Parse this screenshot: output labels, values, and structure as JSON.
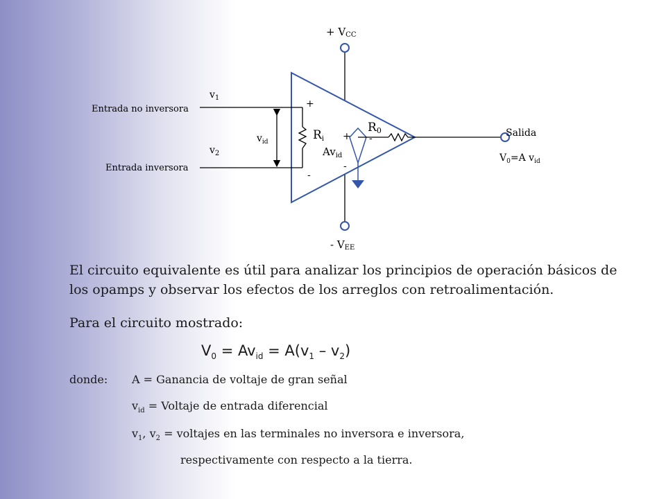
{
  "diagram": {
    "vcc_label": "+ V",
    "vcc_sub": "CC",
    "vee_label": "- V",
    "vee_sub": "EE",
    "input_noninv_label": "Entrada no inversora",
    "input_inv_label": "Entrada inversora",
    "v1_label": "v",
    "v1_sub": "1",
    "v2_label": "v",
    "v2_sub": "2",
    "vid_label": "v",
    "vid_sub": "id",
    "plus_top": "+",
    "minus_bottom": "-",
    "ri_label": "R",
    "ri_sub": "i",
    "ro_label": "R",
    "ro_sub": "0",
    "src_plus": "+",
    "src_minus": "-",
    "src_gain_label": "Av",
    "src_gain_sub": "id",
    "out_dash": "-",
    "output_label": "Salida",
    "vout_label": "V",
    "vout_sub": "0",
    "vout_eq": "=A v",
    "vout_eq_sub": "id",
    "accent_color": "#3355aa",
    "band_color": "#8e8fc6"
  },
  "text": {
    "paragraph1": "El circuito equivalente es útil para analizar los principios de operación básicos de los opamps y observar los efectos de los arreglos con retroalimentación.",
    "paragraph2": "Para el circuito mostrado:",
    "formula": {
      "v": "V",
      "v_sub": "0",
      "eq1": " = Av",
      "eq1_sub": "id",
      "eq2": " = A(v",
      "eq2_sub1": "1",
      "minus": " – v",
      "eq2_sub2": "2",
      "close": ")"
    },
    "donde_label": "donde:",
    "def1": "A = Ganancia de voltaje de gran señal",
    "def2_var": "v",
    "def2_sub": "id",
    "def2_text": " = Voltaje de entrada diferencial",
    "def3_v1": "v",
    "def3_s1": "1",
    "def3_sep": ", v",
    "def3_s2": "2",
    "def3_text": " = voltajes en las terminales no inversora e inversora,",
    "def4": "respectivamente con respecto a la tierra."
  }
}
